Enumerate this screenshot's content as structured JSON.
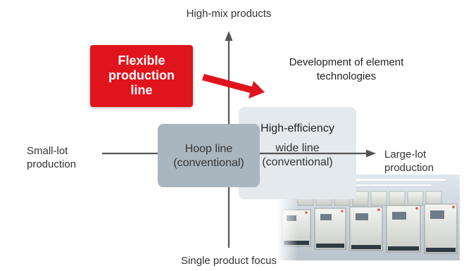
{
  "axis": {
    "top_label": "High-mix products",
    "bottom_label": "Single product focus",
    "left_label_line1": "Small-lot",
    "left_label_line2": "production",
    "right_label_line1": "Large-lot",
    "right_label_line2": "production"
  },
  "development": {
    "line1": "Development of element",
    "line2": "technologies"
  },
  "flexible_line": {
    "line1": "Flexible",
    "line2": "production",
    "line3": "line"
  },
  "hoop_line": {
    "line1": "Hoop line",
    "line2": "(conventional)"
  },
  "wide_line": {
    "title": "High-efficiency",
    "line1": "wide line",
    "line2": "(conventional)"
  },
  "colors": {
    "accent_red": "#e0141c",
    "axis_gray": "#555555",
    "hoop_box": "#aab6bf",
    "wide_box": "#e3e9ed"
  }
}
